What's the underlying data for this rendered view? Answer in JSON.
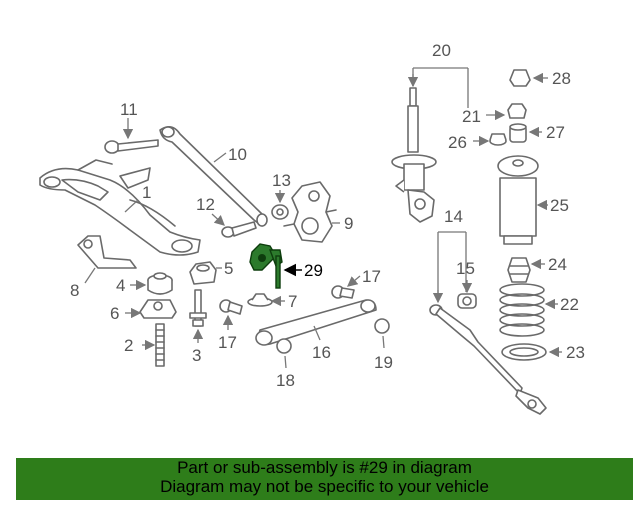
{
  "diagram": {
    "labels": {
      "l1": "1",
      "l2": "2",
      "l3": "3",
      "l4": "4",
      "l5": "5",
      "l6": "6",
      "l7": "7",
      "l8": "8",
      "l9": "9",
      "l10": "10",
      "l11": "11",
      "l12": "12",
      "l13": "13",
      "l14": "14",
      "l15": "15",
      "l16": "16",
      "l17a": "17",
      "l17b": "17",
      "l18": "18",
      "l19": "19",
      "l20": "20",
      "l21": "21",
      "l22": "22",
      "l23": "23",
      "l24": "24",
      "l25": "25",
      "l26": "26",
      "l27": "27",
      "l28": "28",
      "l29": "29"
    },
    "highlighted_part": "29",
    "highlight_color": "#2e7d1a"
  },
  "banner": {
    "line1": "Part or sub-assembly is #29 in diagram",
    "line2": "Diagram may not be specific to your vehicle",
    "background": "#2e7d1a"
  }
}
